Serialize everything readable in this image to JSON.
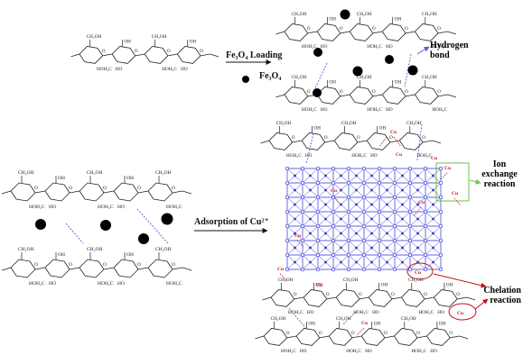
{
  "colors": {
    "structure": "#222222",
    "hydrogen_bond": "#7c4bd1",
    "lattice": "#2b2fd6",
    "copper": "#c0131b",
    "ion_box": "#6cc04a",
    "particle": "#000000"
  },
  "labels": {
    "fe3o4_loading": "Fe₃O₄ Loading",
    "fe3o4": "Fe₃O₄",
    "hydrogen_bond": "Hydrogen bond",
    "adsorption": "Adsorption of Cu²⁺",
    "ion_exchange": "Ion exchange reaction",
    "chelation": "Chelation reaction",
    "cu": "Cu"
  },
  "chain_groups": [
    "CH₂OH",
    "OH",
    "HOH₂C",
    "HO",
    "O"
  ]
}
